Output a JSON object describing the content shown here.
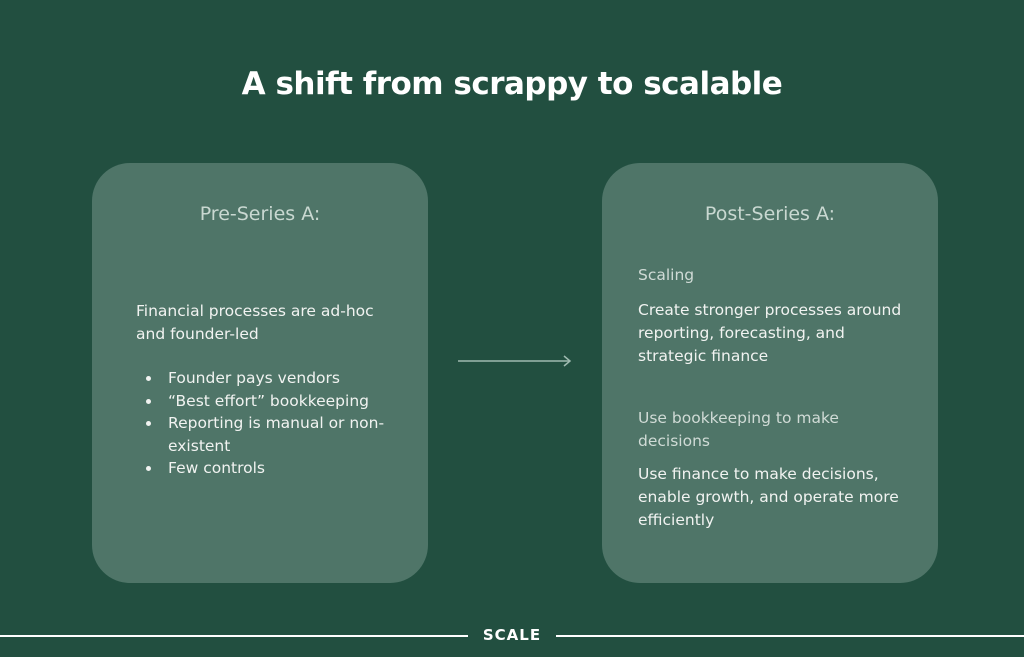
{
  "title": "A shift from scrappy to scalable",
  "pre": {
    "heading": "Pre-Series A:",
    "description": "Financial processes are ad-hoc and founder-led",
    "bullets": [
      "Founder pays vendors",
      "“Best effort” bookkeeping",
      "Reporting is manual or non-existent",
      "Few controls"
    ]
  },
  "post": {
    "heading": "Post-Series A:",
    "sections": [
      {
        "subheading": "Scaling",
        "text": "Create stronger processes around reporting, forecasting, and strategic finance"
      },
      {
        "subheading": "Use bookkeeping to make decisions",
        "text": "Use finance to make decisions, enable growth, and operate more efficiently"
      }
    ]
  },
  "footer": {
    "brand": "SCALE"
  }
}
